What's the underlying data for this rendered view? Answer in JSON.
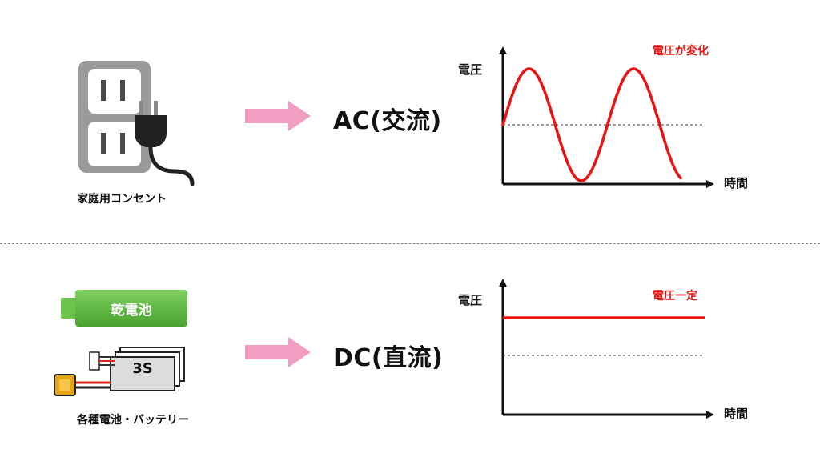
{
  "top": {
    "device_caption": "家庭用コンセント",
    "current_label": "AC(交流)",
    "chart_note": "電圧が変化",
    "note_color": "#ee1111"
  },
  "bottom": {
    "battery_tag": "乾電池",
    "pack_label": "3S",
    "device_caption": "各種電池・バッテリー",
    "current_label": "DC(直流)",
    "chart_note": "電圧一定",
    "note_color": "#ee1111"
  },
  "arrow_color": "#f19ec2",
  "chart_data": [
    {
      "type": "line",
      "ylabel": "電圧",
      "xlabel": "時間",
      "series": [
        {
          "values_shape": "sine",
          "cycles": 1.7,
          "color": "#ee1111"
        }
      ]
    },
    {
      "type": "line",
      "ylabel": "電圧",
      "xlabel": "時間",
      "series": [
        {
          "values_shape": "constant",
          "color": "#ee1111"
        }
      ]
    }
  ]
}
